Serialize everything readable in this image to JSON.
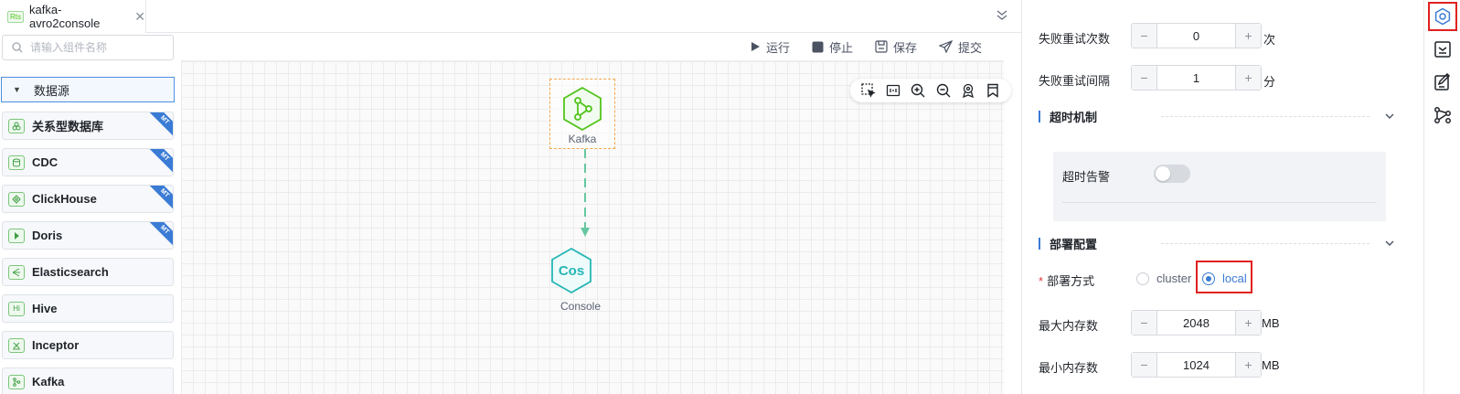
{
  "tab": {
    "badge": "Rts",
    "title": "kafka-avro2console"
  },
  "search": {
    "placeholder": "请输入组件名称"
  },
  "sidebar": {
    "group_label": "数据源",
    "items": [
      {
        "label": "关系型数据库",
        "icon": "database-icon",
        "badge": "MT"
      },
      {
        "label": "CDC",
        "icon": "cdc-icon",
        "badge": "MT"
      },
      {
        "label": "ClickHouse",
        "icon": "clickhouse-icon",
        "badge": "MT"
      },
      {
        "label": "Doris",
        "icon": "doris-icon",
        "badge": "MT"
      },
      {
        "label": "Elasticsearch",
        "icon": "elasticsearch-icon",
        "badge": ""
      },
      {
        "label": "Hive",
        "icon": "hive-icon",
        "icon_text": "Hi",
        "badge": ""
      },
      {
        "label": "Inceptor",
        "icon": "inceptor-icon",
        "badge": ""
      },
      {
        "label": "Kafka",
        "icon": "kafka-icon",
        "badge": ""
      }
    ]
  },
  "toolbar": {
    "run": "运行",
    "stop": "停止",
    "save": "保存",
    "submit": "提交"
  },
  "canvas": {
    "nodes": [
      {
        "name": "Kafka",
        "icon": "kafka-node-icon",
        "color": "#52c41a"
      },
      {
        "name": "Console",
        "icon_text": "Cos",
        "color": "#26b5b5"
      }
    ]
  },
  "panel": {
    "retry_count": {
      "label": "失败重试次数",
      "value": "0",
      "unit": "次"
    },
    "retry_interval": {
      "label": "失败重试间隔",
      "value": "1",
      "unit": "分"
    },
    "timeout_section": "超时机制",
    "timeout_alert": {
      "label": "超时告警",
      "enabled": false
    },
    "deploy_section": "部署配置",
    "deploy_mode": {
      "label": "部署方式",
      "options": [
        "cluster",
        "local"
      ],
      "selected": "local"
    },
    "max_memory": {
      "label": "最大内存数",
      "value": "2048",
      "unit": "MB"
    },
    "min_memory": {
      "label": "最小内存数",
      "value": "1024",
      "unit": "MB"
    }
  },
  "colors": {
    "accent": "#3a7bd5",
    "highlight": "#e02020",
    "selection": "#f4a64a"
  }
}
